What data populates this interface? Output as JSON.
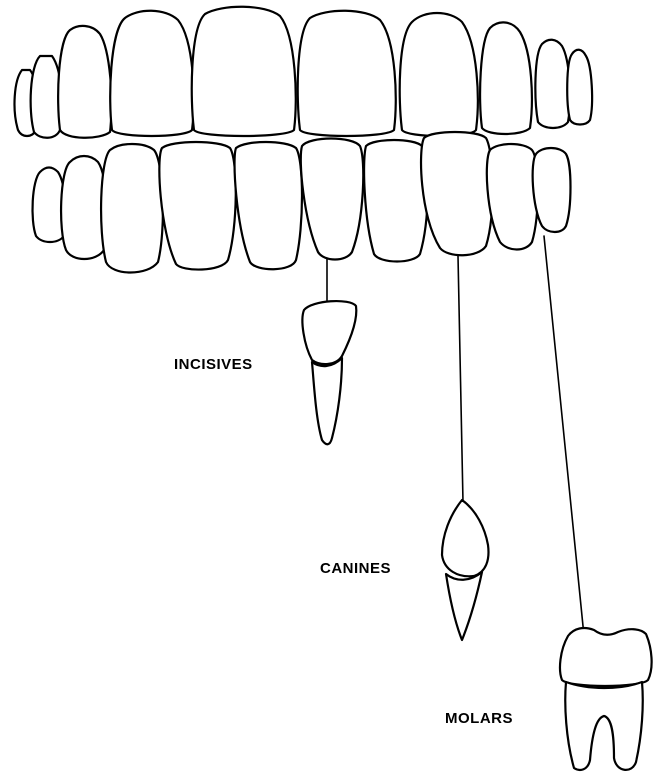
{
  "labels": {
    "incisors": "INCISIVES",
    "canines": "CANINES",
    "molars": "MOLARS"
  },
  "colors": {
    "ink": "#000000",
    "paper": "#ffffff"
  }
}
